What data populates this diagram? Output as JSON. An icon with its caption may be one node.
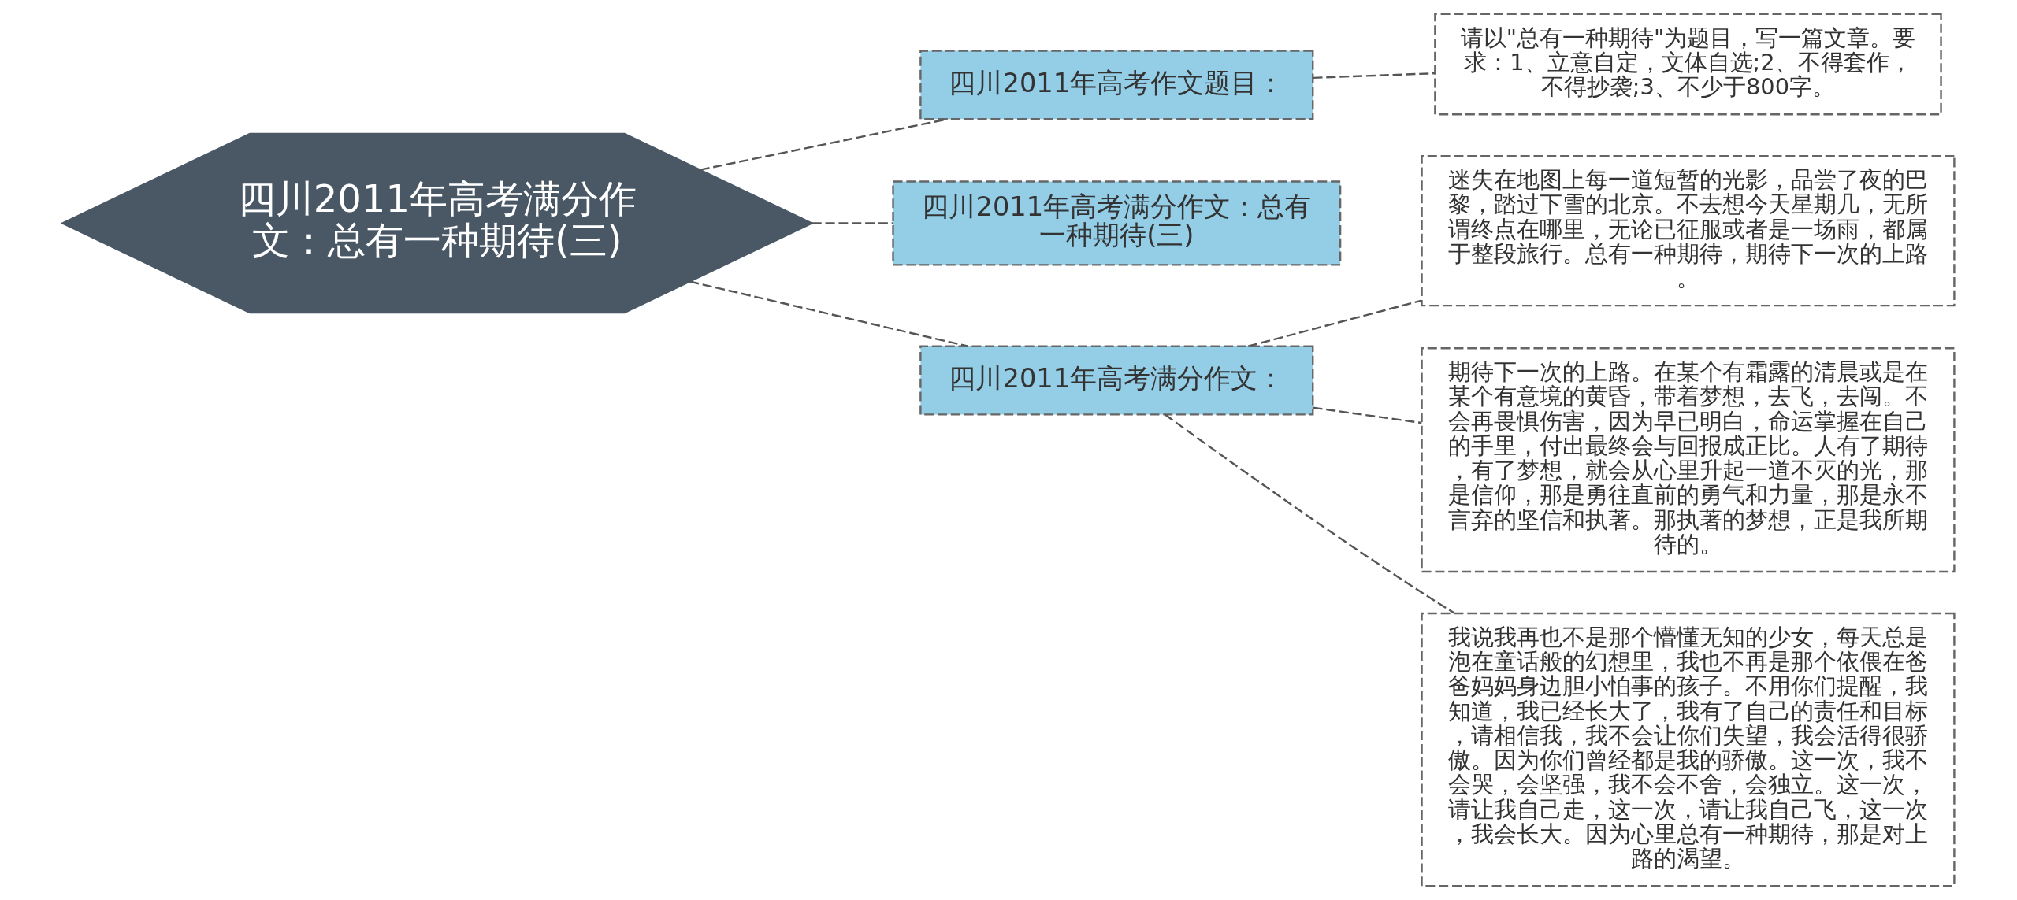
{
  "diagram": {
    "nodes": [
      {
        "text": [
          "四川2011年高考满分作文：总有一种期待(三)"
        ]
      },
      {
        "text": [
          "四川2011年高考作文题目："
        ]
      },
      {
        "text": [
          "请以\"总有一种期待\"为题目，写一篇文章。要求：1、立意自定，文体自选;2、不得套作，不得抄袭;3、不少于800字。"
        ]
      },
      {
        "text": [
          "四川2011年高考满分作文：总有一种期待(三)"
        ]
      },
      {
        "text": [
          "四川2011年高考满分作文："
        ]
      },
      {
        "text": [
          "迷失在地图上每一道短暂的光影，品尝了夜的巴黎，踏过下雪的北京。不去想今天星期几，无所谓终点在哪里，无论已征服或者是一场雨，都属于整段旅行。总有一种期待，期待下一次的上路。"
        ]
      },
      {
        "text": [
          "期待下一次的上路。在某个有霜露的清晨或是在某个有意境的黄昏，带着梦想，去飞，去闯。不会再畏惧伤害，因为早已明白，命运掌握在自己的手里，付出最终会与回报成正比。人有了期待，有了梦想，就会从心里升起一道不灭的光，那是信仰，那是勇往直前的勇气和力量，那是永不言弃的坚信和执著。那执著的梦想，正是我所期待的。"
        ]
      },
      {
        "text": [
          "我说我再也不是那个懵懂无知的少女，每天总是泡在童话般的幻想里，我也不再是那个依偎在爸爸妈妈身边胆小怕事的孩子。不用你们提醒，我知道，我已经长大了，我有了自己的责任和目标，请相信我，我不会让你们失望，我会活得很骄傲。因为你们曾经都是我的骄傲。这一次，我不会哭，会坚强，我不会不舍，会独立。这一次，请让我自己走，这一次，请让我自己飞，这一次，我会长大。因为心里总有一种期待，那是对上路的渴望。"
        ]
      }
    ],
    "edges": [
      {
        "from": 0,
        "to": 1,
        "arrow": "none",
        "style": "dashed"
      },
      {
        "from": 1,
        "to": 2,
        "arrow": "none",
        "style": "dashed"
      },
      {
        "from": 0,
        "to": 3,
        "arrow": "none",
        "style": "dashed"
      },
      {
        "from": 0,
        "to": 4,
        "arrow": "none",
        "style": "dashed"
      },
      {
        "from": 4,
        "to": 5,
        "arrow": "none",
        "style": "dashed"
      },
      {
        "from": 4,
        "to": 6,
        "arrow": "none",
        "style": "dashed"
      },
      {
        "from": 4,
        "to": 7,
        "arrow": "none",
        "style": "dashed"
      }
    ]
  }
}
